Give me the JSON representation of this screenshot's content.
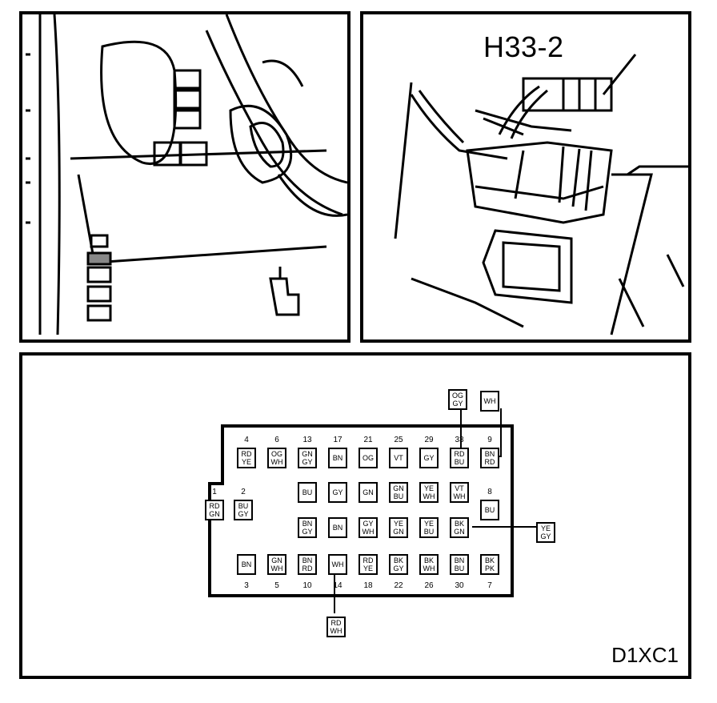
{
  "panels": {
    "location": {},
    "connector_view": {
      "title": "H33-2"
    },
    "pinout": {
      "title": "D1XC1"
    }
  },
  "pins": [
    {
      "id": "4",
      "lines": [
        "RD",
        "YE"
      ]
    },
    {
      "id": "6",
      "lines": [
        "OG",
        "WH"
      ]
    },
    {
      "id": "13",
      "lines": [
        "GN",
        "GY"
      ]
    },
    {
      "id": "17",
      "lines": [
        "BN"
      ]
    },
    {
      "id": "21",
      "lines": [
        "OG"
      ]
    },
    {
      "id": "25",
      "lines": [
        "VT"
      ]
    },
    {
      "id": "29",
      "lines": [
        "GY"
      ]
    },
    {
      "id": "33",
      "lines": [
        "RD",
        "BU"
      ]
    },
    {
      "id": "9",
      "lines": [
        "BN",
        "RD"
      ]
    },
    {
      "id": "1",
      "lines": [
        "RD",
        "GN"
      ]
    },
    {
      "id": "2",
      "lines": [
        "BU",
        "GY"
      ]
    },
    {
      "id": "r2c3",
      "lines": [
        "BU"
      ]
    },
    {
      "id": "r2c4",
      "lines": [
        "GY"
      ]
    },
    {
      "id": "r2c5",
      "lines": [
        "GN"
      ]
    },
    {
      "id": "r2c6",
      "lines": [
        "GN",
        "BU"
      ]
    },
    {
      "id": "r2c7",
      "lines": [
        "YE",
        "WH"
      ]
    },
    {
      "id": "r2c8",
      "lines": [
        "VT",
        "WH"
      ]
    },
    {
      "id": "8",
      "lines": [
        "BU"
      ]
    },
    {
      "id": "r3c3",
      "lines": [
        "BN",
        "GY"
      ]
    },
    {
      "id": "r3c4",
      "lines": [
        "BN"
      ]
    },
    {
      "id": "r3c5",
      "lines": [
        "GY",
        "WH"
      ]
    },
    {
      "id": "r3c6",
      "lines": [
        "YE",
        "GN"
      ]
    },
    {
      "id": "r3c7",
      "lines": [
        "YE",
        "BU"
      ]
    },
    {
      "id": "r3c8",
      "lines": [
        "BK",
        "GN"
      ]
    },
    {
      "id": "3",
      "lines": [
        "BN"
      ]
    },
    {
      "id": "5",
      "lines": [
        "GN",
        "WH"
      ]
    },
    {
      "id": "10",
      "lines": [
        "BN",
        "RD"
      ]
    },
    {
      "id": "14",
      "lines": [
        "WH"
      ]
    },
    {
      "id": "18",
      "lines": [
        "RD",
        "YE"
      ]
    },
    {
      "id": "22",
      "lines": [
        "BK",
        "GY"
      ]
    },
    {
      "id": "26",
      "lines": [
        "BK",
        "WH"
      ]
    },
    {
      "id": "30",
      "lines": [
        "BN",
        "BU"
      ]
    },
    {
      "id": "7",
      "lines": [
        "BK",
        "PK"
      ]
    }
  ],
  "external": [
    {
      "id": "ext-og-gy",
      "lines": [
        "OG",
        "GY"
      ]
    },
    {
      "id": "ext-wh",
      "lines": [
        "WH"
      ]
    },
    {
      "id": "ext-ye-gy",
      "lines": [
        "YE",
        "GY"
      ]
    },
    {
      "id": "ext-rd-wh",
      "lines": [
        "RD",
        "WH"
      ]
    }
  ],
  "pin_numbers": {
    "top": [
      "4",
      "6",
      "13",
      "17",
      "21",
      "25",
      "29",
      "33",
      "9"
    ],
    "bottom": [
      "3",
      "5",
      "10",
      "14",
      "18",
      "22",
      "26",
      "30",
      "7"
    ],
    "side": [
      "1",
      "2",
      "8"
    ]
  }
}
